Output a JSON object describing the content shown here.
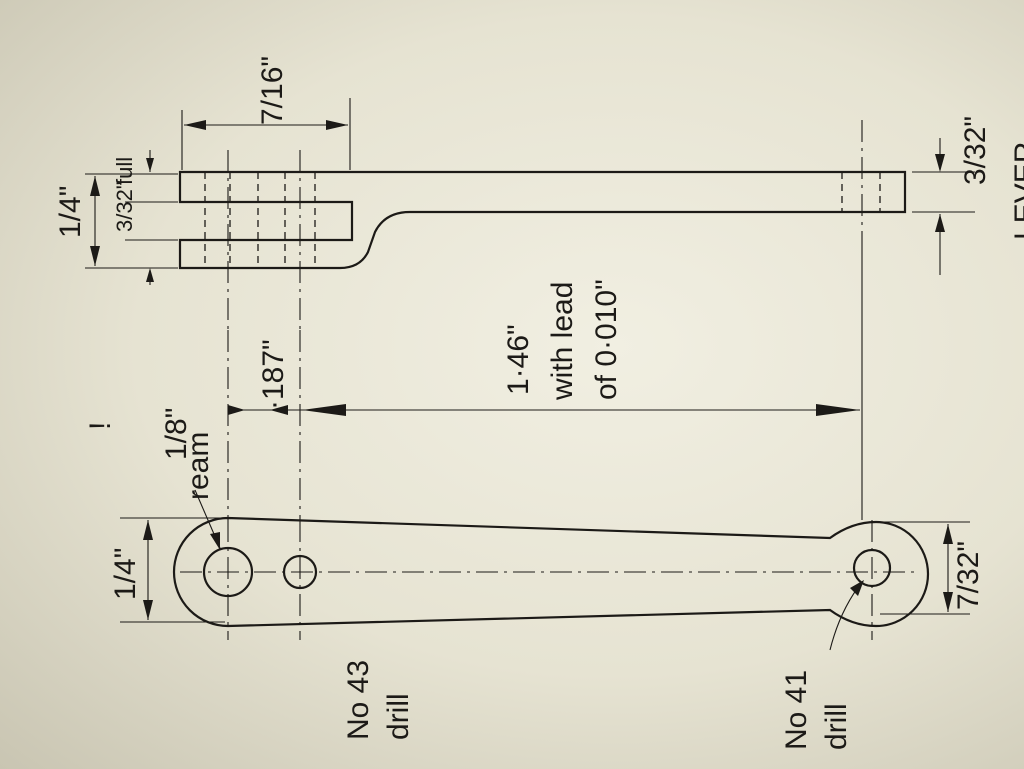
{
  "labels": {
    "clevis_gap": "3/32\"",
    "clevis_width": "1/4\"",
    "clevis_full": "full",
    "clevis_depth": "7/16\"",
    "tip_thickness": "3/32\"",
    "ream": "ream",
    "ream_size": "1/8\"",
    "hole_spacing": "·187\"",
    "length_line1": "1·46\"",
    "length_line2": "with lead",
    "length_line3": "of 0·010\"",
    "boss_left": "1/4\"",
    "boss_right": "7/32\"",
    "drill_43_line1": "No 43",
    "drill_43_line2": "drill",
    "drill_41_line1": "No 41",
    "drill_41_line2": "drill",
    "title_fragment": "LEVER",
    "mark": "!"
  }
}
